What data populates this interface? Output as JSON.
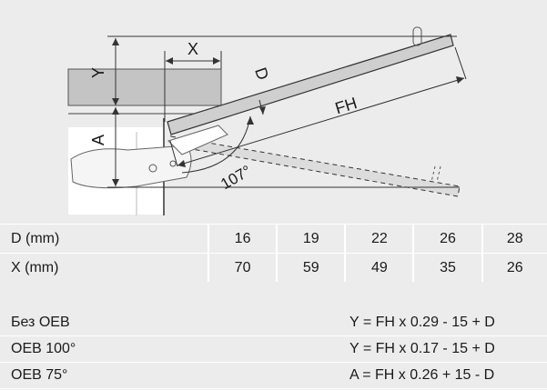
{
  "labels": {
    "X": "X",
    "Y": "Y",
    "D": "D",
    "A": "A",
    "FH": "FH",
    "angle": "107°"
  },
  "table": {
    "rows": [
      {
        "label": "D (mm)",
        "values": [
          "16",
          "19",
          "22",
          "26",
          "28"
        ]
      },
      {
        "label": "X (mm)",
        "values": [
          "70",
          "59",
          "49",
          "35",
          "26"
        ]
      }
    ]
  },
  "formulas": [
    {
      "label": "Без OEB",
      "formula": "Y = FH x 0.29 - 15 + D"
    },
    {
      "label": "OEB 100°",
      "formula": "Y = FH x 0.17 - 15 + D"
    },
    {
      "label": "OEB 75°",
      "formula": "A = FH x 0.26 + 15 - D"
    }
  ]
}
